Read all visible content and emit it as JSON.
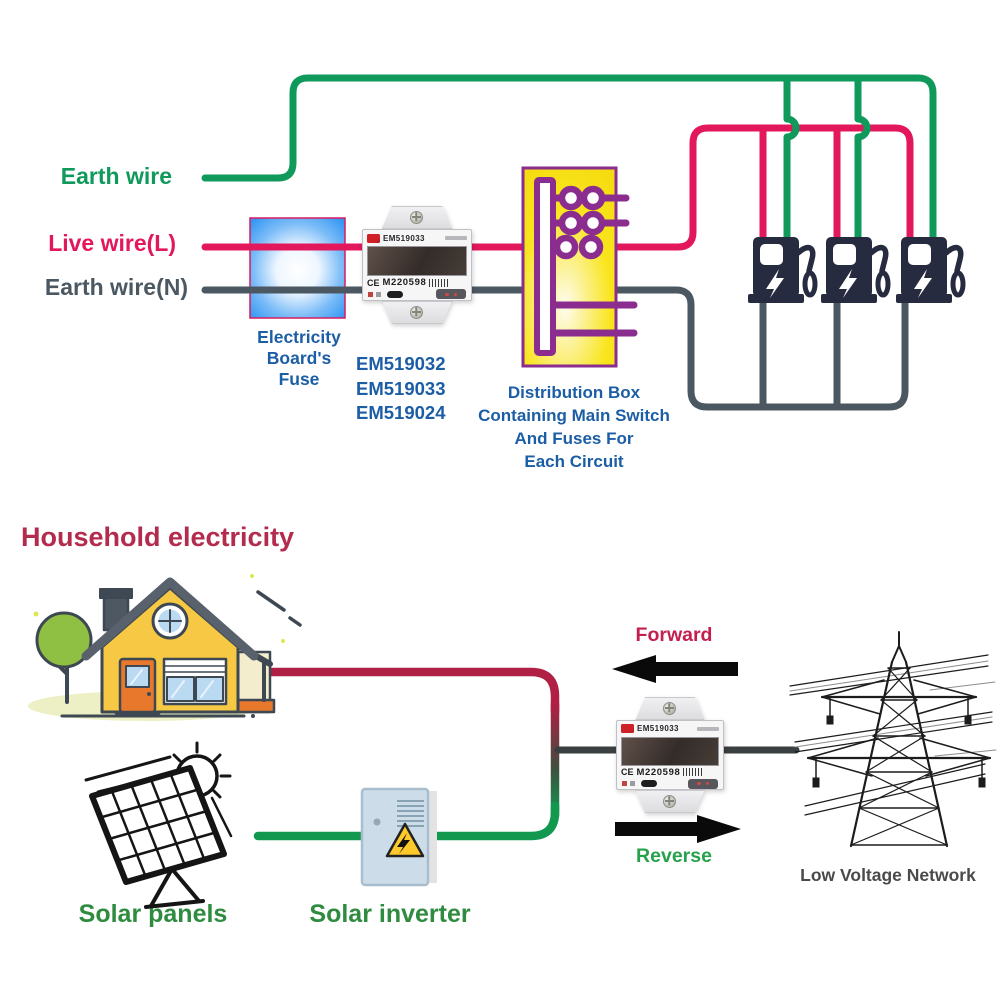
{
  "colors": {
    "earth_green": "#0f9a5c",
    "live_crimson": "#e3175c",
    "neutral_gray": "#4b5862",
    "purple": "#8a2d8f",
    "caption_blue": "#1c5ea5",
    "title_crimson": "#b32b4d",
    "forward_crimson": "#c41f4f",
    "reverse_green": "#27a24c",
    "label_green": "#2e8b3f",
    "network_gray": "#4a4a4a",
    "house_crimson": "#b01f44",
    "solar_green": "#12984f",
    "charger_navy": "#272b40",
    "stub_dark": "#3a3f42",
    "box_yellow": "#f8e013"
  },
  "top_diagram": {
    "earth_label": "Earth wire",
    "live_label": "Live wire(L)",
    "neutral_label": "Earth wire(N)",
    "fuse_caption": {
      "lines": [
        "Electricity",
        "Board's",
        "Fuse"
      ]
    },
    "meter_models": [
      "EM519032",
      "EM519033",
      "EM519024"
    ],
    "distribution_caption": {
      "lines": [
        "Distribution Box",
        "Containing Main Switch",
        "And Fuses For",
        "Each Circuit"
      ]
    }
  },
  "meter": {
    "model": "EM519033",
    "ce_mark": "CE",
    "serial": "M220598"
  },
  "bottom_diagram": {
    "title": "Household electricity",
    "forward_label": "Forward",
    "reverse_label": "Reverse",
    "solar_panels_label": "Solar panels",
    "solar_inverter_label": "Solar inverter",
    "network_label": "Low Voltage Network"
  }
}
